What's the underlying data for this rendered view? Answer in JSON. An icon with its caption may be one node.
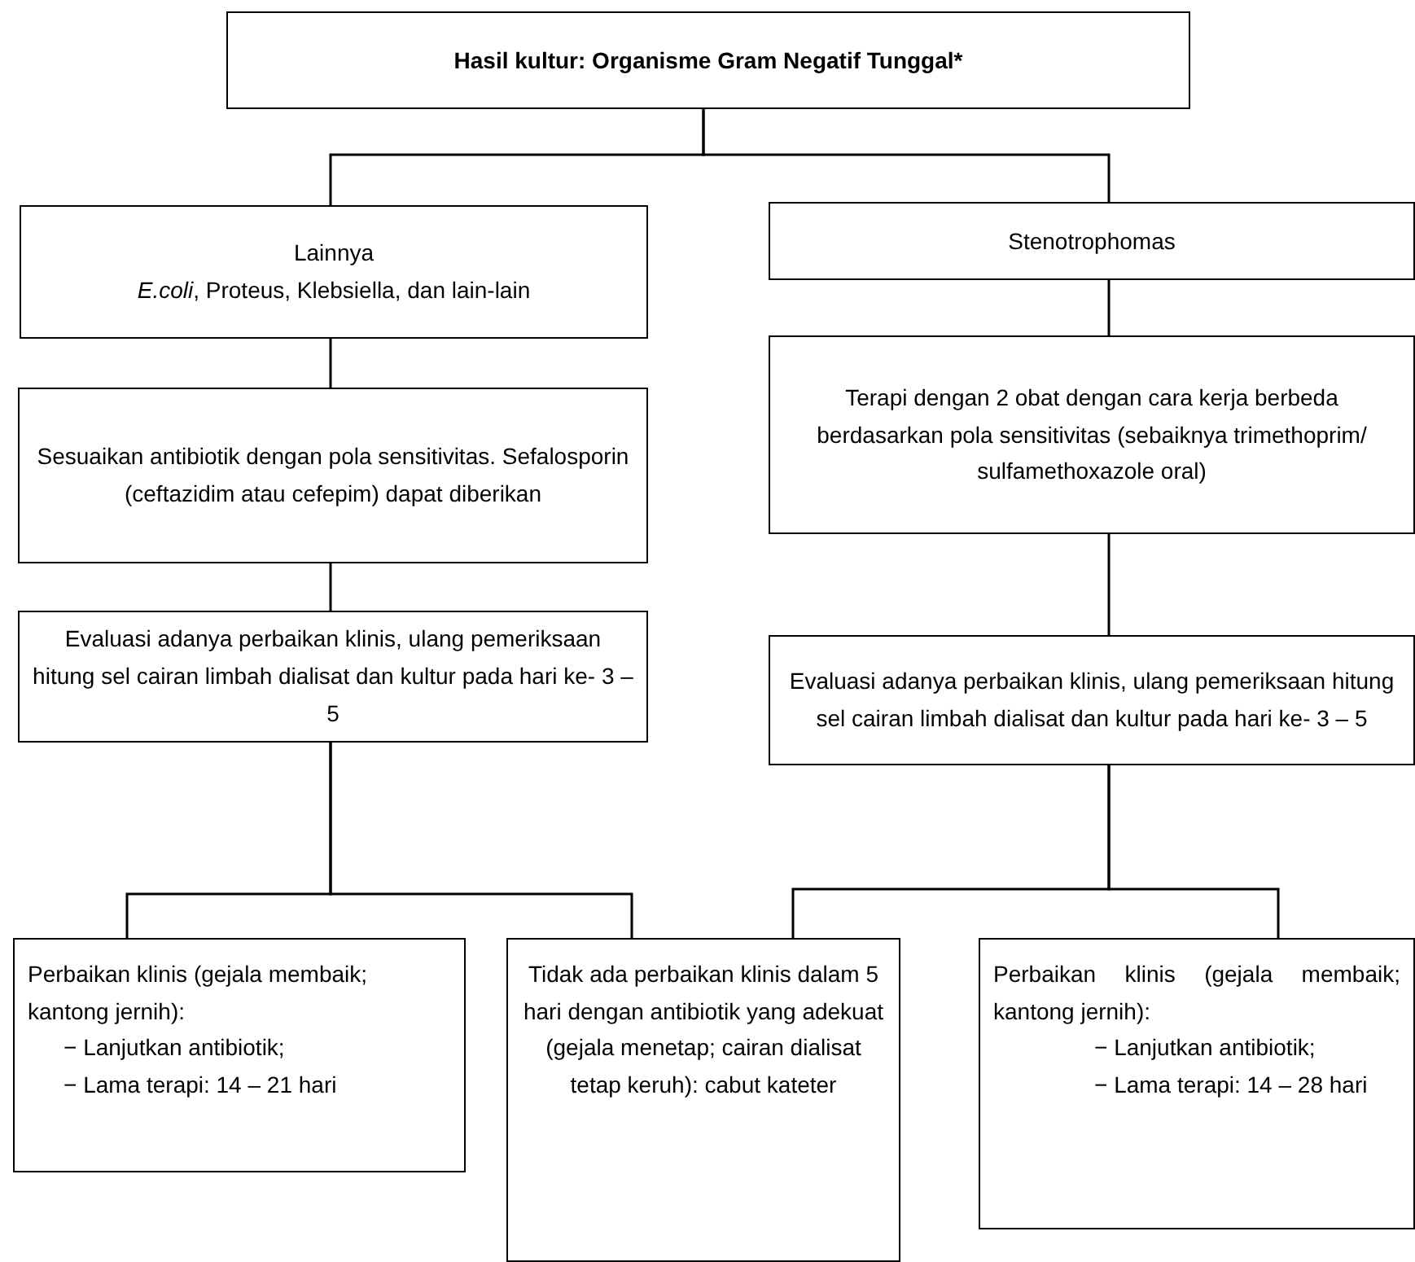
{
  "diagram": {
    "nodes": [
      {
        "text": [
          "Hasil kultur: Organisme Gram Negatif Tunggal*"
        ]
      },
      {
        "text": [
          "Lainnya",
          "*E.coli*, Proteus, Klebsiella, dan lain-lain"
        ]
      },
      {
        "text": [
          "Stenotrophomas"
        ]
      },
      {
        "text": [
          "Sesuaikan antibiotik dengan pola sensitivitas. Sefalosporin (ceftazidim atau cefepim) dapat diberikan"
        ]
      },
      {
        "text": [
          "Terapi dengan 2 obat dengan cara kerja berbeda berdasarkan pola sensitivitas (sebaiknya trimethoprim/ sulfamethoxazole oral)"
        ]
      },
      {
        "text": [
          "Evaluasi adanya perbaikan klinis, ulang pemeriksaan hitung sel cairan limbah dialisat dan kultur pada hari ke- 3 – 5"
        ]
      },
      {
        "text": [
          "Evaluasi adanya perbaikan klinis, ulang pemeriksaan hitung sel cairan limbah dialisat dan kultur pada hari ke- 3 – 5"
        ]
      },
      {
        "text": [
          "Perbaikan klinis (gejala membaik; kantong jernih):",
          "− Lanjutkan antibiotik;",
          "− Lama terapi: 14 – 21 hari"
        ]
      },
      {
        "text": [
          "Tidak ada perbaikan klinis dalam 5 hari dengan antibiotik yang adekuat (gejala menetap; cairan dialisat tetap keruh): cabut kateter"
        ]
      },
      {
        "text": [
          "Perbaikan klinis (gejala membaik; kantong jernih):",
          "− Lanjutkan antibiotik;",
          "− Lama terapi: 14 – 28 hari"
        ]
      }
    ],
    "edges": [
      {
        "from": 0,
        "to": 1,
        "arrow": "none"
      },
      {
        "from": 0,
        "to": 2,
        "arrow": "none"
      },
      {
        "from": 1,
        "to": 3,
        "arrow": "none"
      },
      {
        "from": 2,
        "to": 4,
        "arrow": "none"
      },
      {
        "from": 3,
        "to": 5,
        "arrow": "none"
      },
      {
        "from": 4,
        "to": 6,
        "arrow": "none"
      },
      {
        "from": 5,
        "to": 7,
        "arrow": "none"
      },
      {
        "from": 5,
        "to": 8,
        "arrow": "none"
      },
      {
        "from": 6,
        "to": 8,
        "arrow": "none"
      },
      {
        "from": 6,
        "to": 9,
        "arrow": "none"
      }
    ]
  }
}
